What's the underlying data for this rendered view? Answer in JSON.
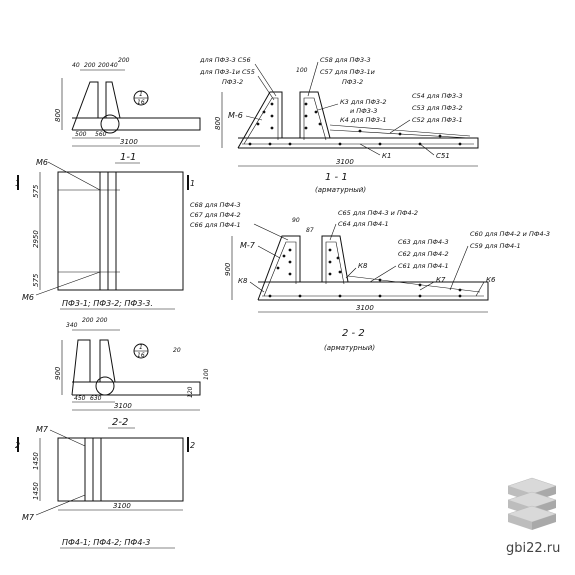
{
  "view_1_1": {
    "title": "1-1",
    "dims_top": [
      "40",
      "200",
      "200",
      "40",
      "200"
    ],
    "dim_height": "800",
    "dim_base_left": "500",
    "dim_base_mid": "560",
    "dim_total": "3100",
    "callout_top": "1",
    "callout_bottom": "16"
  },
  "plan_1": {
    "mark_top": "M6",
    "mark_bottom": "M6",
    "dim_a": "575",
    "dim_b": "2950",
    "dim_c": "575",
    "section_mark_left": "1",
    "section_mark_right": "1",
    "caption": "ПФ3-1; ПФ3-2; ПФ3-3."
  },
  "view_2_2": {
    "title": "2-2",
    "dims_top": [
      "340",
      "200",
      "200"
    ],
    "dim_height": "900",
    "dim_base_left": "450",
    "dim_base_mid": "630",
    "dim_total": "3100",
    "dim_right": "20",
    "dim_right_small": "100",
    "dim_right_bottom": "120",
    "callout_top": "1",
    "callout_bottom": "16"
  },
  "plan_2": {
    "mark_top": "M7",
    "mark_bottom": "M7",
    "dim_a": "1450",
    "dim_b": "1450",
    "dim_total": "3100",
    "section_mark_left": "2",
    "section_mark_right": "2",
    "caption": "ПФ4-1; ПФ4-2; ПФ4-3"
  },
  "rebar_1": {
    "labels_top_left": [
      "для ПФ3-3  С56",
      "для ПФ3-1и С55",
      "ПФ3-2"
    ],
    "labels_top_right": [
      "С58 для ПФ3-3",
      "С57 для ПФ3-1и",
      "ПФ3-2"
    ],
    "dim_small": "100",
    "mark_m": "М-6",
    "labels_right": [
      "К3 для ПФ3-2",
      "и ПФ3-3",
      "К4 для ПФ3-1"
    ],
    "labels_far_right": [
      "С54 для ПФ3-3",
      "С53 для ПФ3-2",
      "С52 для ПФ3-1"
    ],
    "dim_height": "800",
    "k1": "К1",
    "c51": "С51",
    "dim_total": "3100",
    "title": "1 - 1",
    "subtitle": "(арматурный)"
  },
  "rebar_2": {
    "labels_top": [
      "С68 для ПФ4-3",
      "С67 для ПФ4-2",
      "С66 для ПФ4-1"
    ],
    "labels_top_right": [
      "С65 для ПФ4-3 и ПФ4-2",
      "С64  для ПФ4-1"
    ],
    "dim_small_a": "90",
    "dim_small_b": "87",
    "mark_m": "М-7",
    "labels_mid_right": [
      "С63 для ПФ4-3",
      "С62 для ПФ4-2",
      "С61 для ПФ4-1"
    ],
    "labels_far_right": [
      "С60 для ПФ4-2 и ПФ4-3",
      "С59  для ПФ4-1"
    ],
    "k8_left": "К8",
    "k8_mid": "К8",
    "k7": "К7",
    "k6": "К6",
    "dim_height": "900",
    "dim_total": "3100",
    "title": "2 - 2",
    "subtitle": "(арматурный)"
  },
  "watermark": "gbi22.ru"
}
